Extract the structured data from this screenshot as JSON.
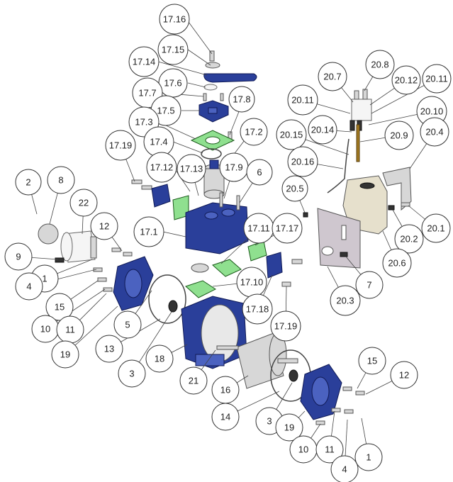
{
  "diagram": {
    "type": "exploded-parts-view",
    "colors": {
      "housing": "#2a3f9a",
      "gasket": "#8fe08f",
      "metal": "#d7d7d7",
      "plate": "#cfc7cf",
      "tank": "#e6e0cc"
    },
    "balloons": [
      {
        "id": "17.16",
        "label": "17.16"
      },
      {
        "id": "17.15",
        "label": "17.15"
      },
      {
        "id": "17.14",
        "label": "17.14"
      },
      {
        "id": "17.6",
        "label": "17.6"
      },
      {
        "id": "17.7",
        "label": "17.7"
      },
      {
        "id": "17.5",
        "label": "17.5"
      },
      {
        "id": "17.8",
        "label": "17.8"
      },
      {
        "id": "17.3",
        "label": "17.3"
      },
      {
        "id": "17.2",
        "label": "17.2"
      },
      {
        "id": "17.4",
        "label": "17.4"
      },
      {
        "id": "17.19a",
        "label": "17.19"
      },
      {
        "id": "17.12",
        "label": "17.12"
      },
      {
        "id": "17.13",
        "label": "17.13"
      },
      {
        "id": "17.9",
        "label": "17.9"
      },
      {
        "id": "6",
        "label": "6"
      },
      {
        "id": "2",
        "label": "2"
      },
      {
        "id": "8",
        "label": "8"
      },
      {
        "id": "22",
        "label": "22"
      },
      {
        "id": "12a",
        "label": "12"
      },
      {
        "id": "17.1",
        "label": "17.1"
      },
      {
        "id": "17.11",
        "label": "17.11"
      },
      {
        "id": "17.17",
        "label": "17.17"
      },
      {
        "id": "9",
        "label": "9"
      },
      {
        "id": "1a",
        "label": "1"
      },
      {
        "id": "4a",
        "label": "4"
      },
      {
        "id": "15a",
        "label": "15"
      },
      {
        "id": "10a",
        "label": "10"
      },
      {
        "id": "11a",
        "label": "11"
      },
      {
        "id": "19a",
        "label": "19"
      },
      {
        "id": "5",
        "label": "5"
      },
      {
        "id": "13",
        "label": "13"
      },
      {
        "id": "3a",
        "label": "3"
      },
      {
        "id": "18",
        "label": "18"
      },
      {
        "id": "17.10",
        "label": "17.10"
      },
      {
        "id": "17.18",
        "label": "17.18"
      },
      {
        "id": "17.19b",
        "label": "17.19"
      },
      {
        "id": "21",
        "label": "21"
      },
      {
        "id": "16",
        "label": "16"
      },
      {
        "id": "14",
        "label": "14"
      },
      {
        "id": "3b",
        "label": "3"
      },
      {
        "id": "19b",
        "label": "19"
      },
      {
        "id": "10b",
        "label": "10"
      },
      {
        "id": "11b",
        "label": "11"
      },
      {
        "id": "4b",
        "label": "4"
      },
      {
        "id": "1b",
        "label": "1"
      },
      {
        "id": "15b",
        "label": "15"
      },
      {
        "id": "12b",
        "label": "12"
      },
      {
        "id": "20.8",
        "label": "20.8"
      },
      {
        "id": "20.7",
        "label": "20.7"
      },
      {
        "id": "20.12",
        "label": "20.12"
      },
      {
        "id": "20.11a",
        "label": "20.11"
      },
      {
        "id": "20.11b",
        "label": "20.11"
      },
      {
        "id": "20.10",
        "label": "20.10"
      },
      {
        "id": "20.14",
        "label": "20.14"
      },
      {
        "id": "20.15",
        "label": "20.15"
      },
      {
        "id": "20.9",
        "label": "20.9"
      },
      {
        "id": "20.4",
        "label": "20.4"
      },
      {
        "id": "20.16",
        "label": "20.16"
      },
      {
        "id": "20.5",
        "label": "20.5"
      },
      {
        "id": "20.1",
        "label": "20.1"
      },
      {
        "id": "20.2",
        "label": "20.2"
      },
      {
        "id": "20.6",
        "label": "20.6"
      },
      {
        "id": "7",
        "label": "7"
      },
      {
        "id": "20.3",
        "label": "20.3"
      }
    ]
  }
}
